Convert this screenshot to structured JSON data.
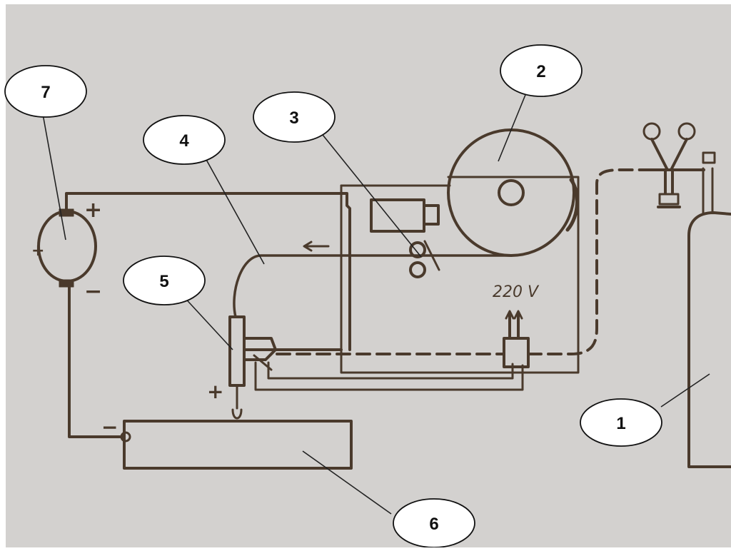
{
  "diagram": {
    "callouts": [
      {
        "id": "1",
        "label": "1"
      },
      {
        "id": "2",
        "label": "2"
      },
      {
        "id": "3",
        "label": "3"
      },
      {
        "id": "4",
        "label": "4"
      },
      {
        "id": "5",
        "label": "5"
      },
      {
        "id": "6",
        "label": "6"
      },
      {
        "id": "7",
        "label": "7"
      }
    ],
    "voltage_label": "220 V",
    "polarity": {
      "generator_plus": "+",
      "generator_minus": "−",
      "generator_side": "+",
      "torch_plus": "+",
      "workpiece_minus": "−"
    },
    "colors": {
      "background": "#d3d1cf",
      "line": "#4a3a2c",
      "callout_fill": "#ffffff",
      "callout_stroke": "#111111"
    }
  }
}
